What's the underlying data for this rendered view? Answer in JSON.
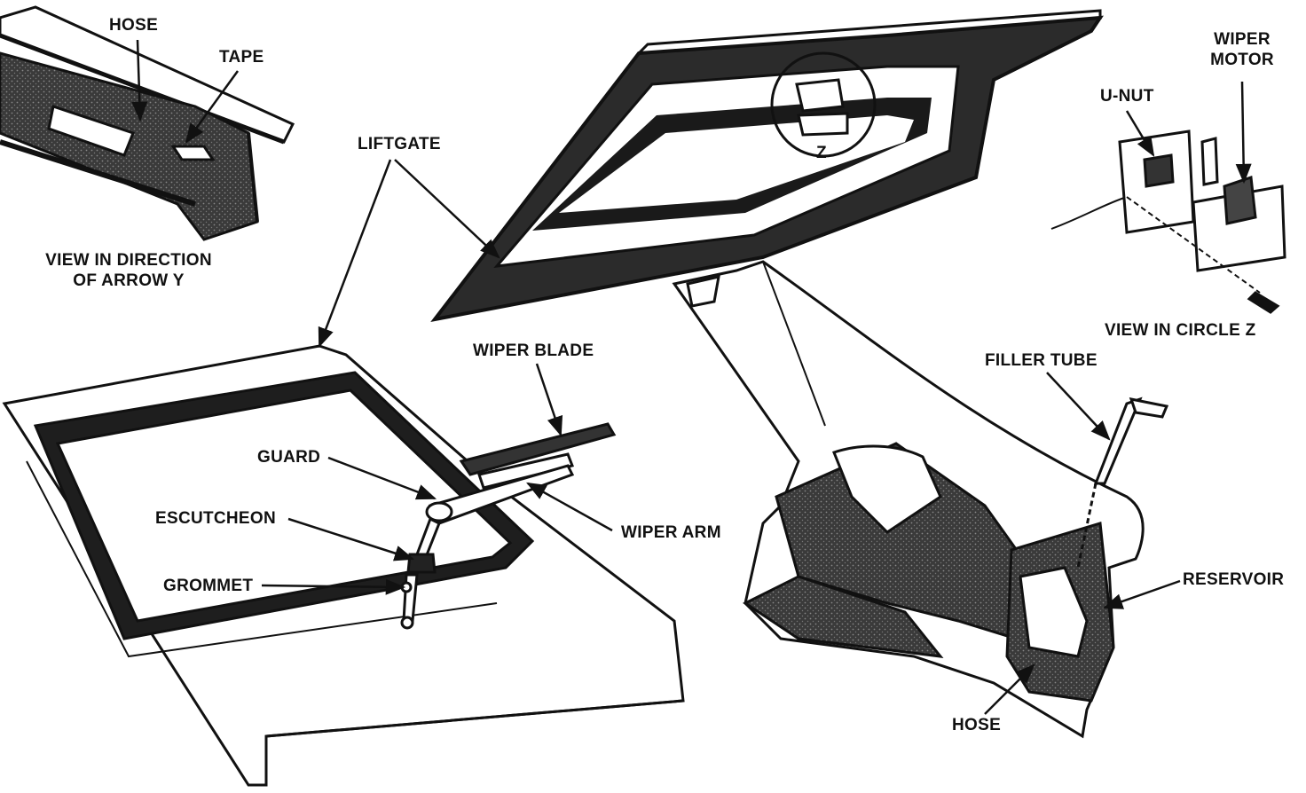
{
  "labels": {
    "hose_top": "HOSE",
    "tape": "TAPE",
    "view_arrow_y_line1": "VIEW IN DIRECTION",
    "view_arrow_y_line2": "OF ARROW Y",
    "liftgate": "LIFTGATE",
    "circle_z": "Z",
    "u_nut": "U-NUT",
    "wiper_motor_line1": "WIPER",
    "wiper_motor_line2": "MOTOR",
    "view_circle_z": "VIEW IN CIRCLE Z",
    "wiper_blade": "WIPER BLADE",
    "filler_tube": "FILLER TUBE",
    "guard": "GUARD",
    "escutcheon": "ESCUTCHEON",
    "wiper_arm": "WIPER ARM",
    "grommet": "GROMMET",
    "reservoir": "RESERVOIR",
    "hose_bottom": "HOSE"
  },
  "colors": {
    "ink": "#111111",
    "paper": "#ffffff",
    "shade": "#2a2a2a"
  }
}
